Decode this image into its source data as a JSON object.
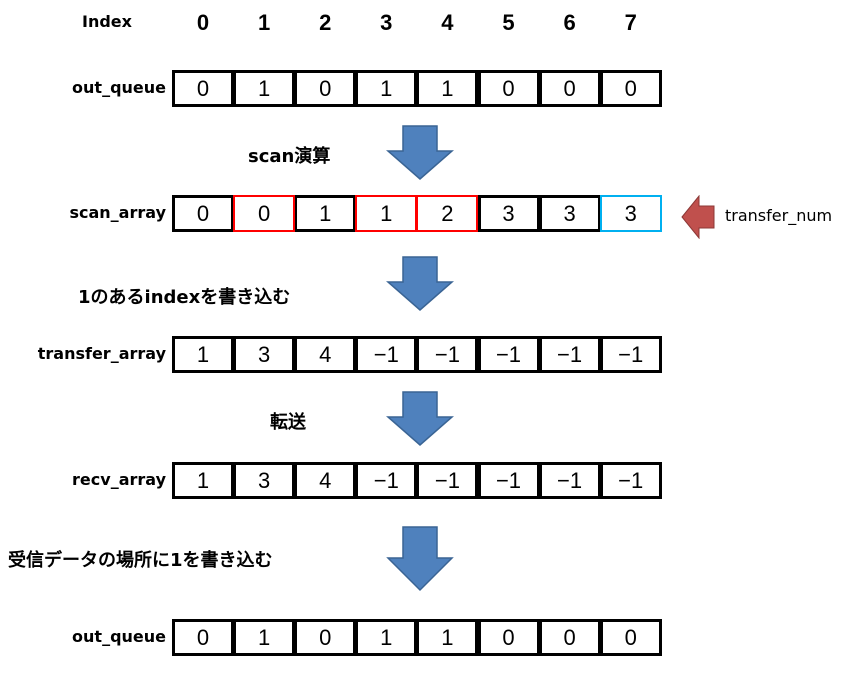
{
  "index_label": "Index",
  "indices": [
    "0",
    "1",
    "2",
    "3",
    "4",
    "5",
    "6",
    "7"
  ],
  "rows": [
    {
      "label": "out_queue",
      "values": [
        "0",
        "1",
        "0",
        "1",
        "1",
        "0",
        "0",
        "0"
      ],
      "highlight": {}
    },
    {
      "label": "scan_array",
      "values": [
        "0",
        "0",
        "1",
        "1",
        "2",
        "3",
        "3",
        "3"
      ],
      "highlight": {
        "1": "red",
        "3": "red",
        "4": "red",
        "7": "blue"
      }
    },
    {
      "label": "transfer_array",
      "values": [
        "1",
        "3",
        "4",
        "−1",
        "−1",
        "−1",
        "−1",
        "−1"
      ],
      "highlight": {}
    },
    {
      "label": "recv_array",
      "values": [
        "1",
        "3",
        "4",
        "−1",
        "−1",
        "−1",
        "−1",
        "−1"
      ],
      "highlight": {}
    },
    {
      "label": "out_queue",
      "values": [
        "0",
        "1",
        "0",
        "1",
        "1",
        "0",
        "0",
        "0"
      ],
      "highlight": {}
    }
  ],
  "steps": [
    "scan演算",
    "1のあるindexを書き込む",
    "転送",
    "受信データの場所に1を書き込む"
  ],
  "pointer_label": "transfer_num",
  "colors": {
    "arrow": "#4f81bd",
    "pointer": "#c0504d",
    "highlight_red": "#ff0000",
    "highlight_blue": "#00b0f0"
  }
}
